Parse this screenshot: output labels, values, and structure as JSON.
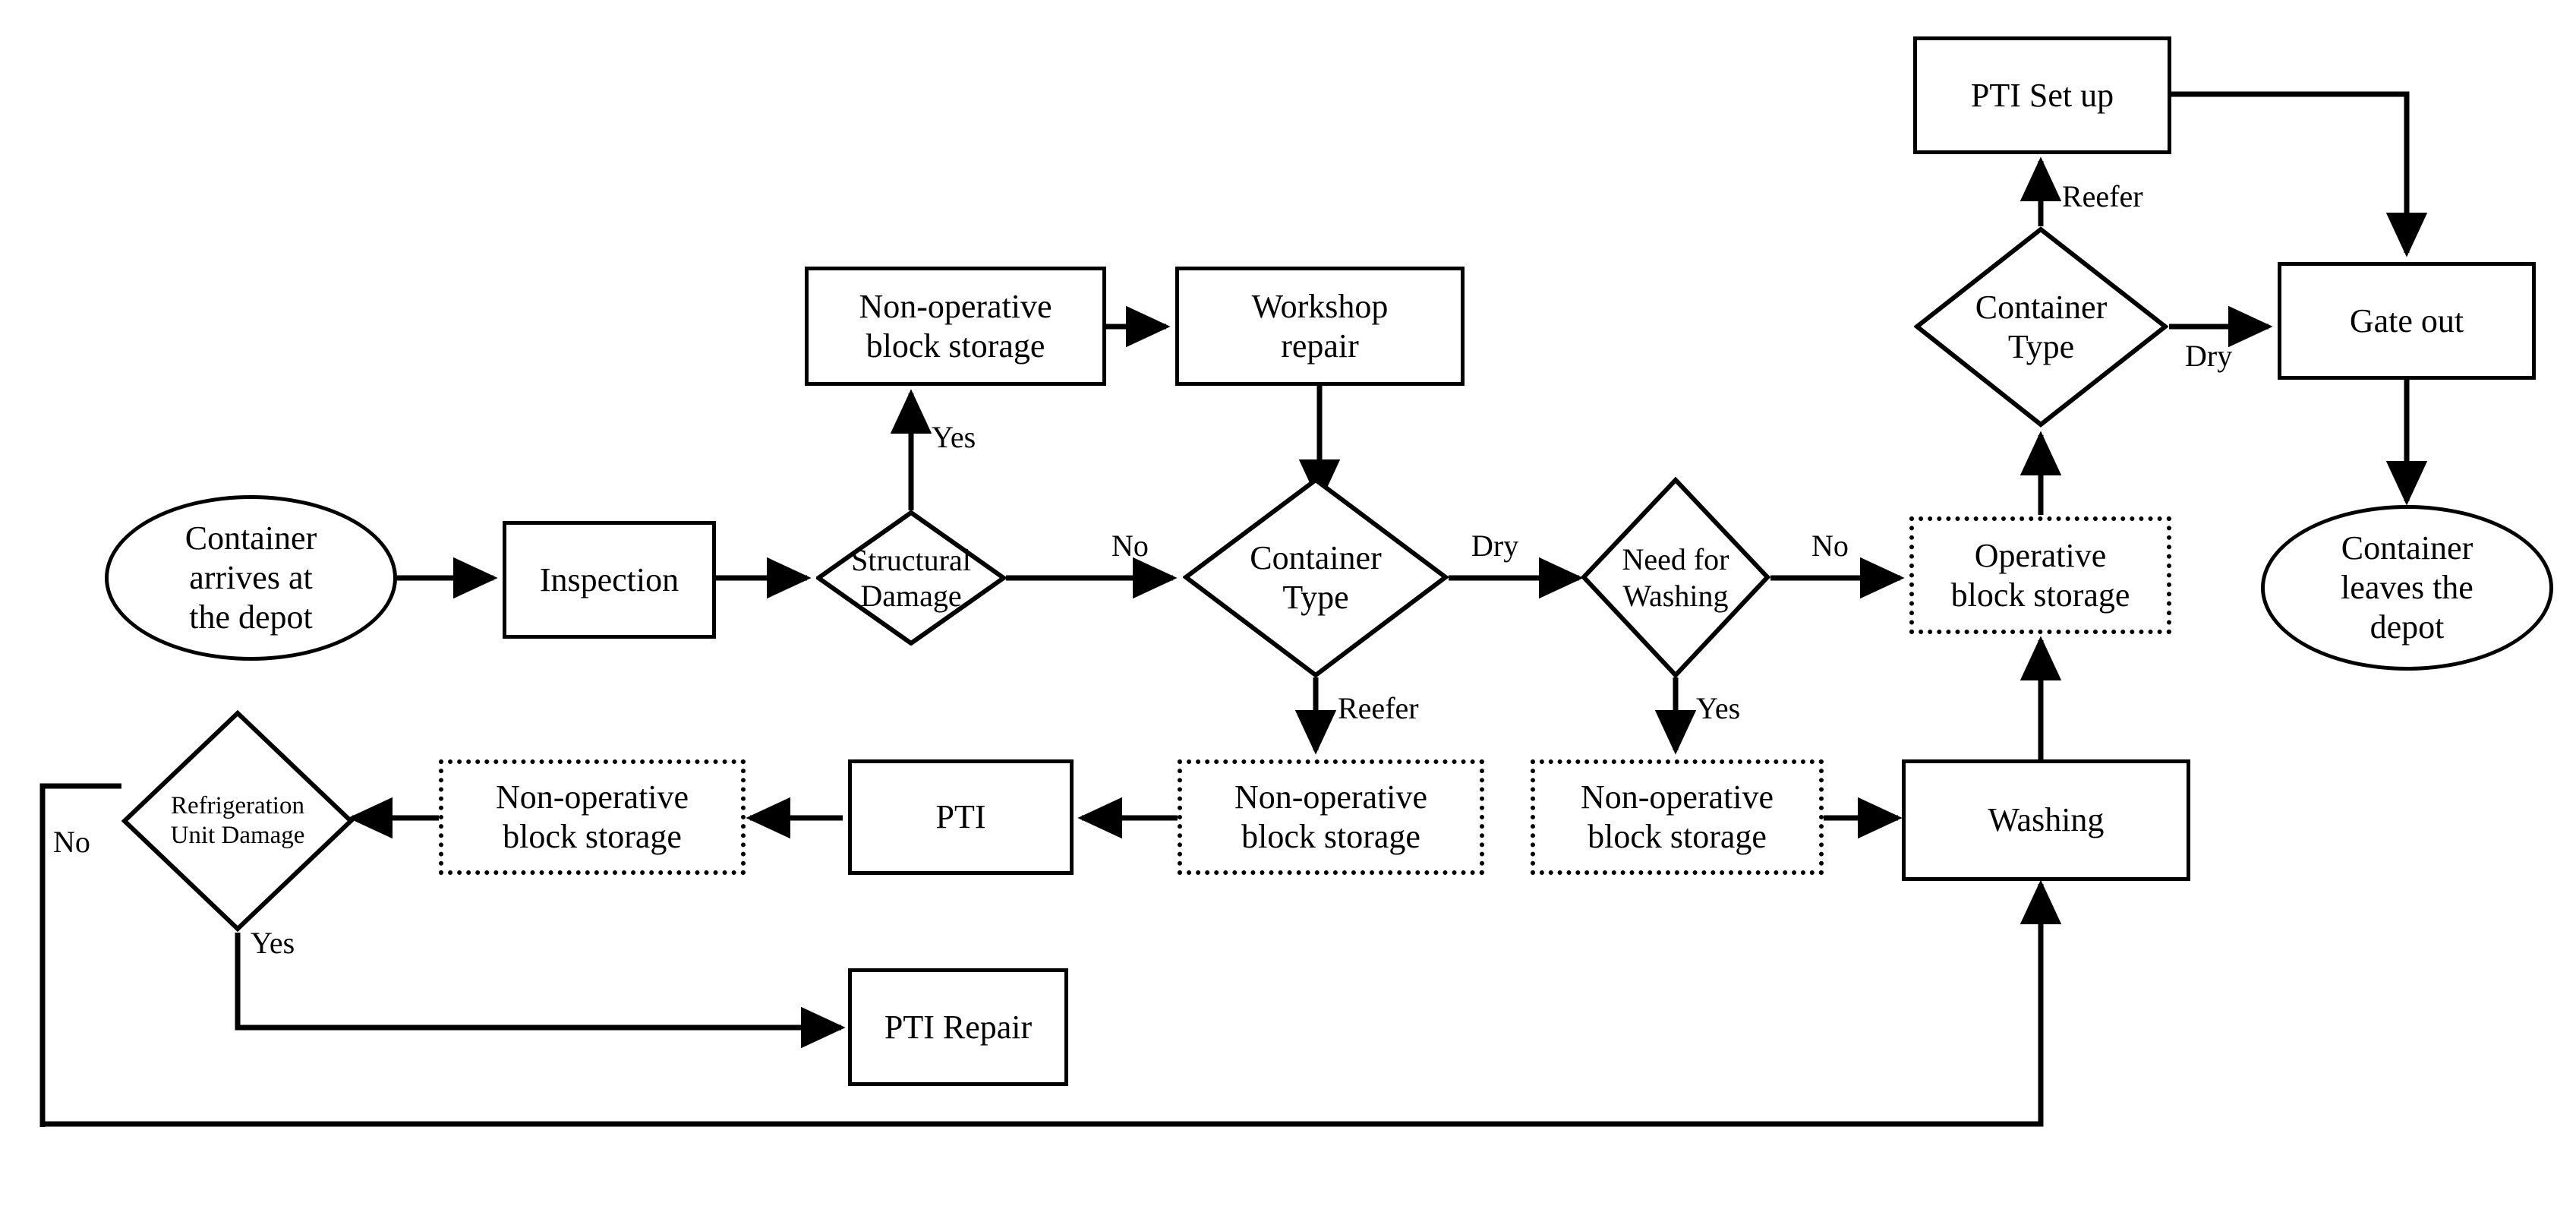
{
  "diagram": {
    "title": "Container depot handling process flowchart",
    "colors": {
      "line": "#000000",
      "fill": "#ffffff",
      "text": "#000000"
    }
  },
  "nodes": {
    "start_terminal": {
      "label": "Container\narrives at\nthe depot",
      "shape": "ellipse"
    },
    "inspection": {
      "label": "Inspection",
      "shape": "process"
    },
    "structural_damage": {
      "label": "Structural\nDamage",
      "shape": "decision"
    },
    "nonop_storage_top": {
      "label": "Non-operative\nblock storage",
      "shape": "process"
    },
    "workshop_repair": {
      "label": "Workshop\nrepair",
      "shape": "process"
    },
    "container_type_mid": {
      "label": "Container\nType",
      "shape": "decision"
    },
    "nonop_storage_reefer": {
      "label": "Non-operative\nblock storage",
      "shape": "storage"
    },
    "pti": {
      "label": "PTI",
      "shape": "process"
    },
    "nonop_storage_pti": {
      "label": "Non-operative\nblock storage",
      "shape": "storage"
    },
    "refrigeration_unit_damage": {
      "label": "Refrigeration\nUnit Damage",
      "shape": "decision"
    },
    "pti_repair": {
      "label": "PTI Repair",
      "shape": "process"
    },
    "need_for_washing": {
      "label": "Need for\nWashing",
      "shape": "decision"
    },
    "nonop_storage_wash": {
      "label": "Non-operative\nblock storage",
      "shape": "storage"
    },
    "washing": {
      "label": "Washing",
      "shape": "process"
    },
    "operative_storage": {
      "label": "Operative\nblock storage",
      "shape": "storage"
    },
    "container_type_right": {
      "label": "Container\nType",
      "shape": "decision"
    },
    "pti_setup": {
      "label": "PTI Set up",
      "shape": "process"
    },
    "gate_out": {
      "label": "Gate out",
      "shape": "process"
    },
    "end_terminal": {
      "label": "Container\nleaves the\ndepot",
      "shape": "ellipse"
    }
  },
  "edge_labels": {
    "structural_yes": "Yes",
    "structural_no": "No",
    "type_mid_dry": "Dry",
    "type_mid_reefer": "Reefer",
    "washing_no": "No",
    "washing_yes": "Yes",
    "refrigeration_no": "No",
    "refrigeration_yes": "Yes",
    "type_right_reefer": "Reefer",
    "type_right_dry": "Dry"
  }
}
